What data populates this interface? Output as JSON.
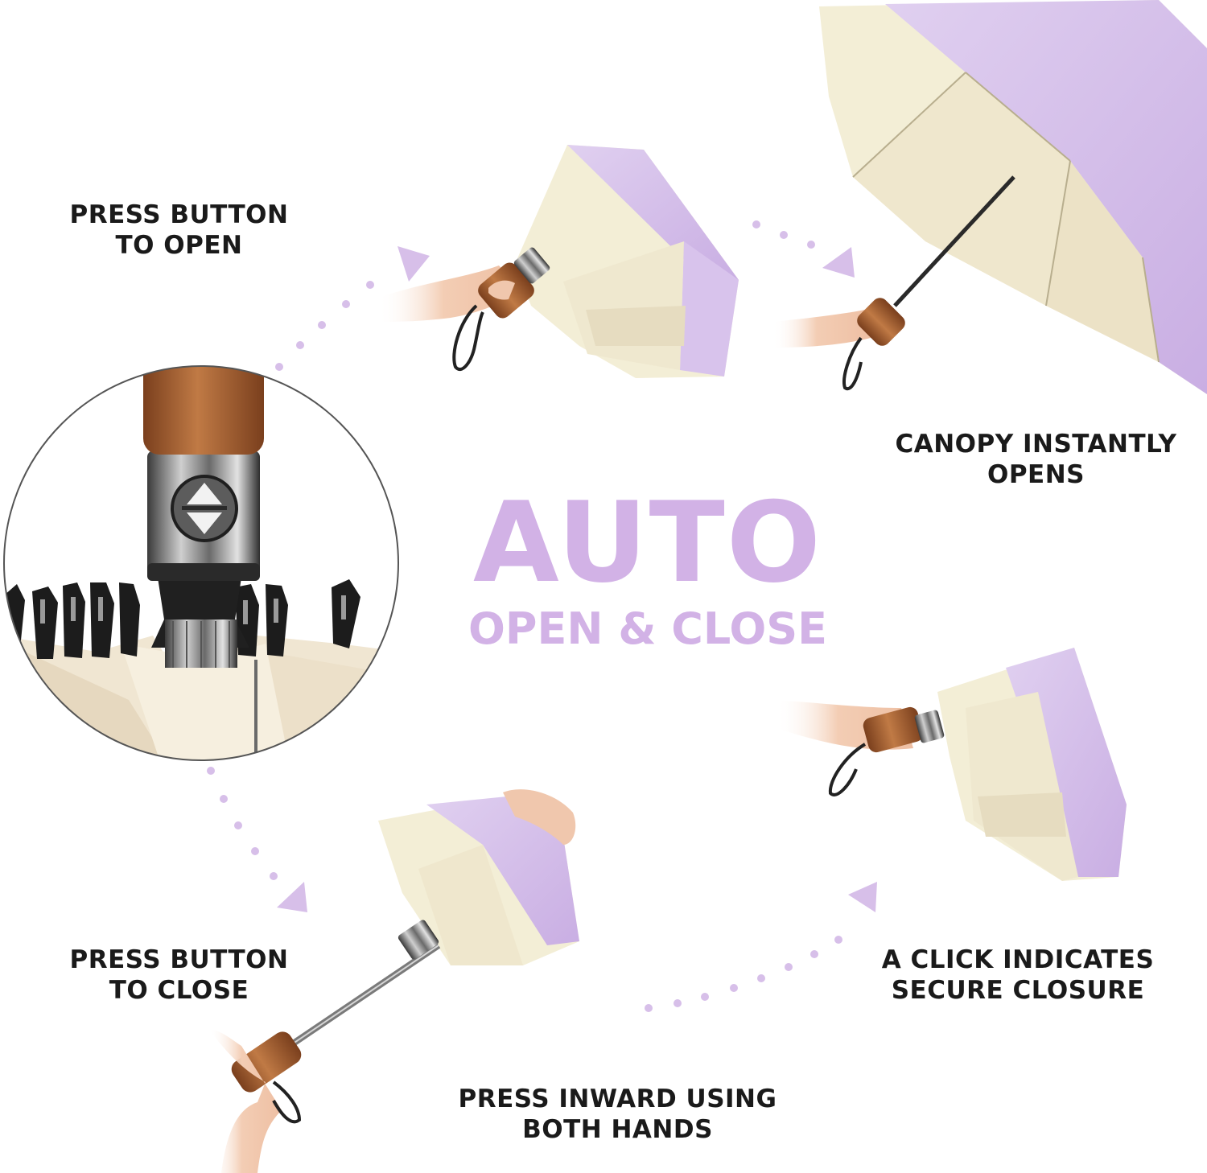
{
  "headline": {
    "main": "AUTO",
    "sub": "OPEN & CLOSE"
  },
  "steps": {
    "press_open": {
      "line1": "PRESS BUTTON",
      "line2": "TO OPEN"
    },
    "canopy_opens": {
      "line1": "CANOPY INSTANTLY",
      "line2": "OPENS"
    },
    "press_close": {
      "line1": "PRESS BUTTON",
      "line2": "TO CLOSE"
    },
    "click_secure": {
      "line1": "A CLICK INDICATES",
      "line2": "SECURE CLOSURE"
    },
    "press_inward": {
      "line1": "PRESS INWARD USING",
      "line2": "BOTH HANDS"
    }
  },
  "colors": {
    "accent_purple": "#d2b2e6",
    "canopy_lavender": "#d8c3ec",
    "canopy_cream": "#f3eed6",
    "wood_handle": "#a8643a",
    "text": "#1a1a1a"
  }
}
